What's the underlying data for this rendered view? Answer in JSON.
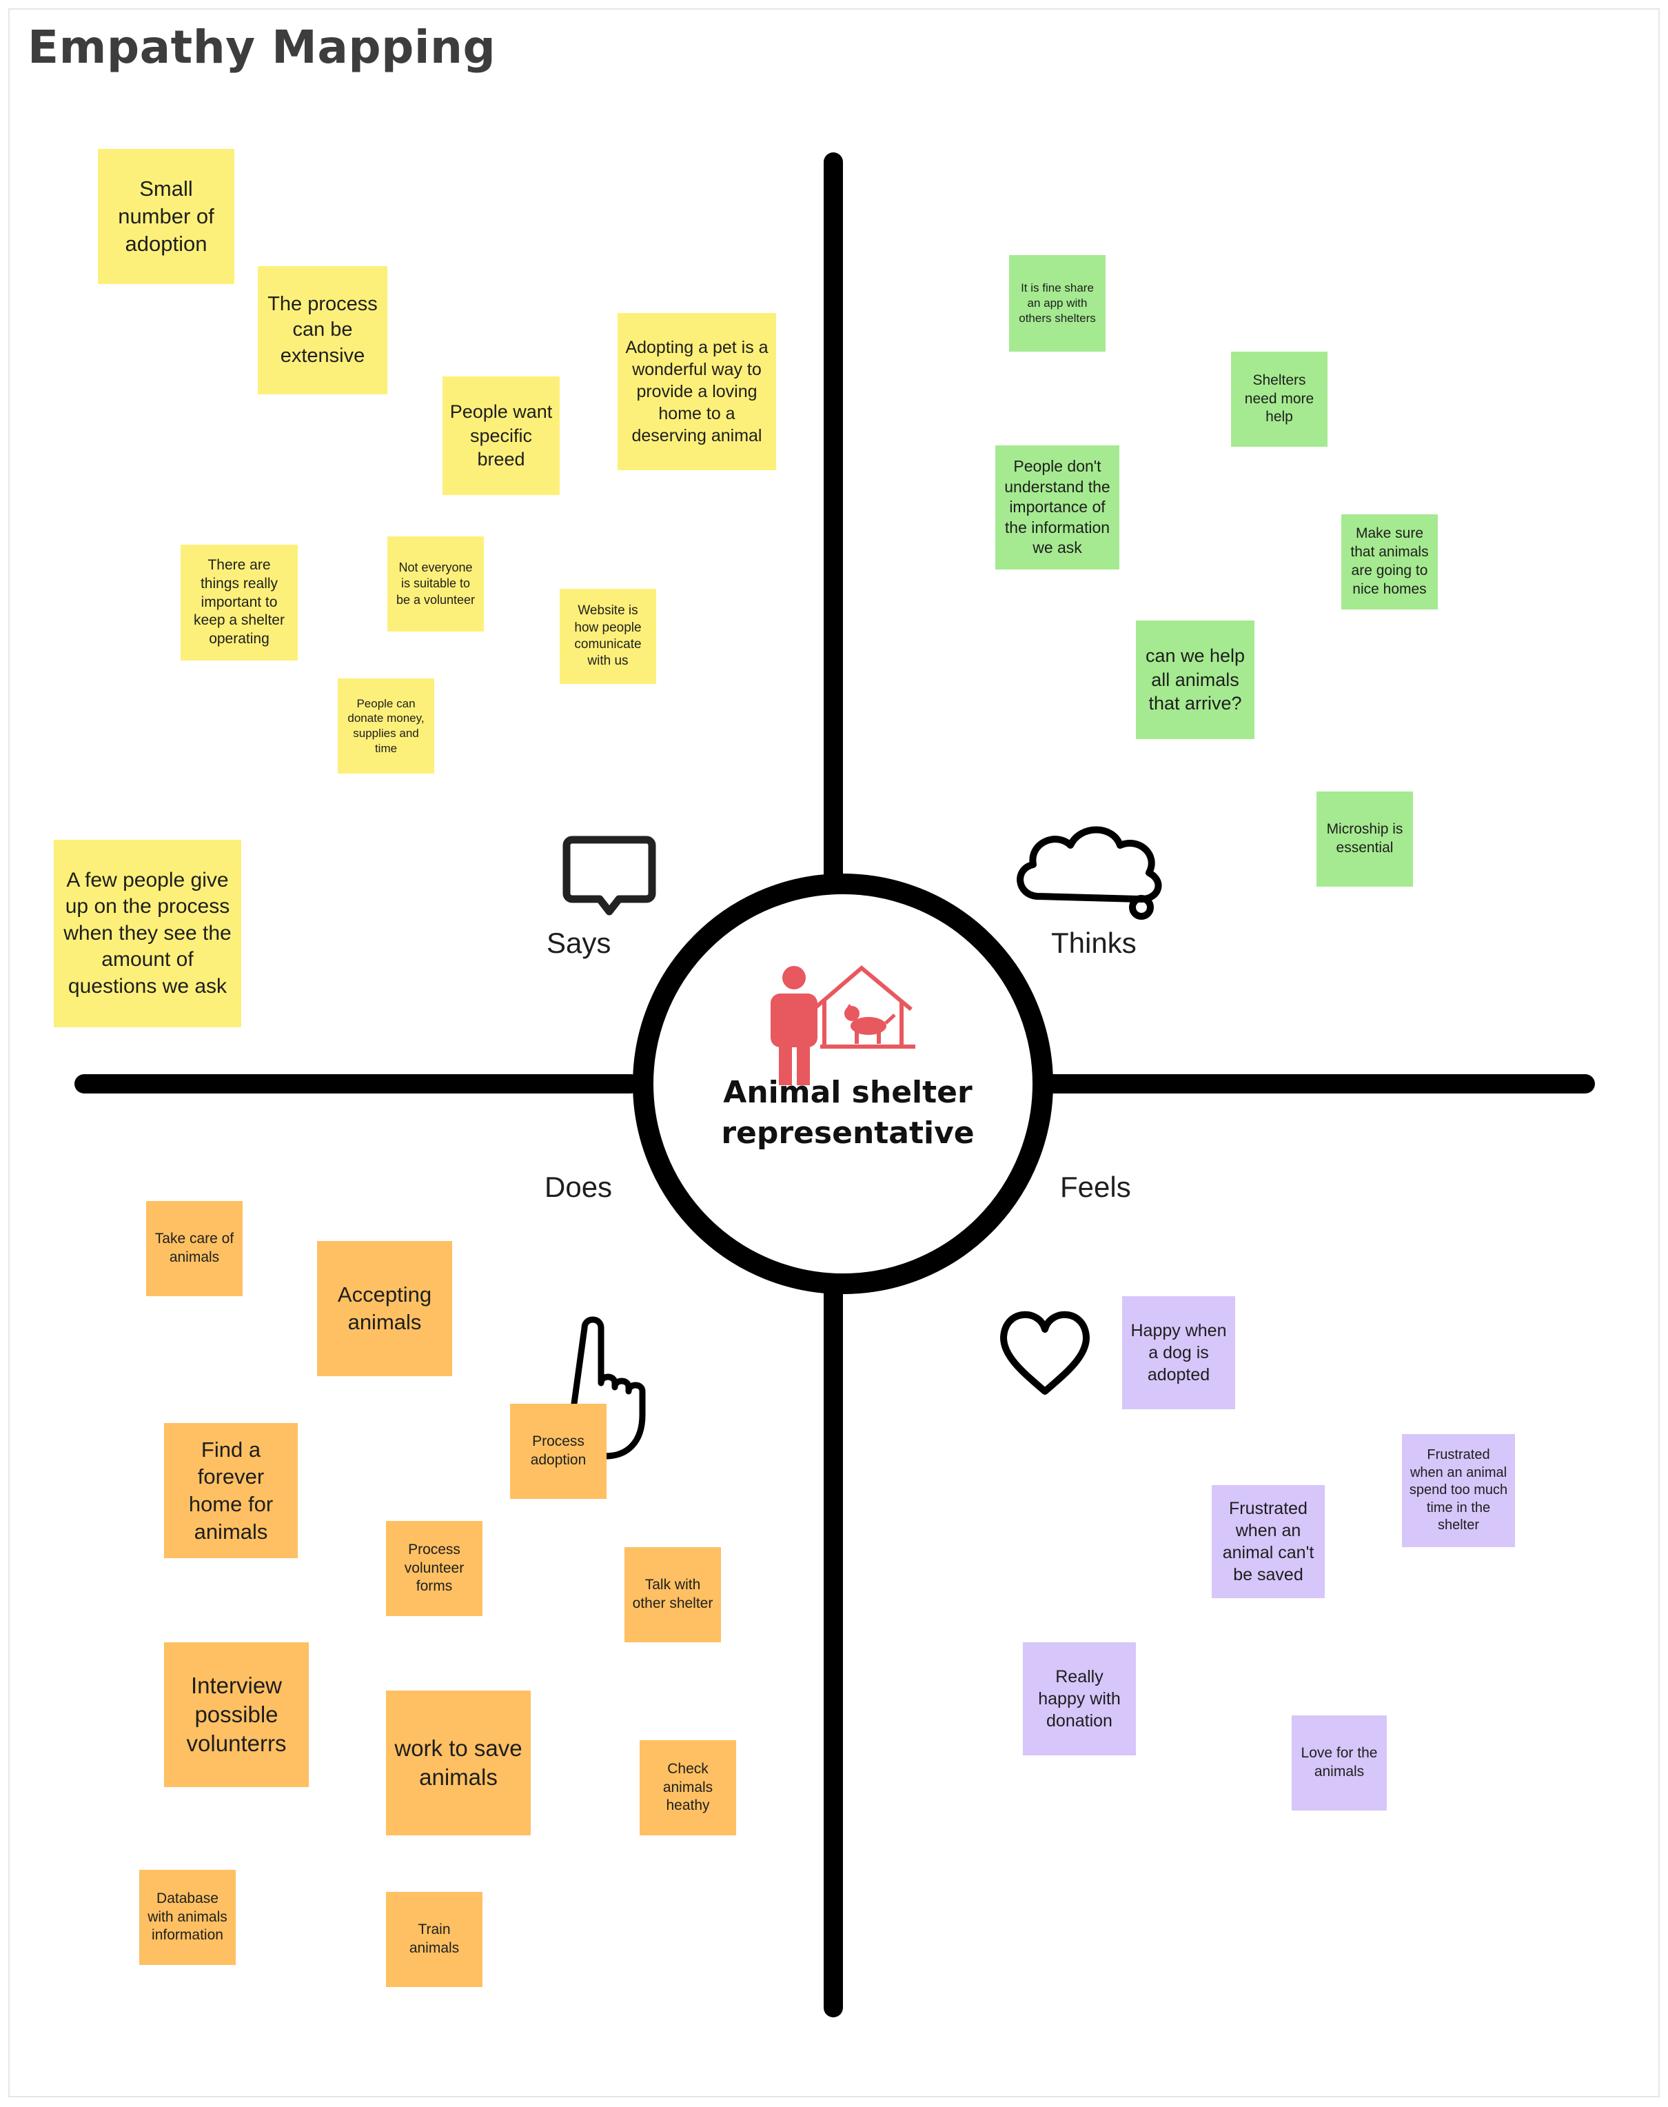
{
  "title": "Empathy Mapping",
  "center": {
    "title": "Animal shelter\nrepresentative",
    "icon": "person-and-dog-house-icon"
  },
  "quadrants": {
    "says": {
      "label": "Says",
      "icon": "speech-bubble-icon"
    },
    "thinks": {
      "label": "Thinks",
      "icon": "thought-cloud-icon"
    },
    "does": {
      "label": "Does",
      "icon": "pointing-hand-icon"
    },
    "feels": {
      "label": "Feels",
      "icon": "heart-icon"
    }
  },
  "colors": {
    "says": "#fdf07a",
    "thinks": "#a5ea90",
    "does": "#fec062",
    "feels": "#d6c6fa",
    "accent_icon": "#e8585f",
    "axis": "#000000"
  },
  "notes": {
    "says": [
      "Small number of adoption",
      "The process can be extensive",
      "People want specific breed",
      "Adopting a pet is a wonderful way to provide a loving home to a deserving animal",
      "There are things really important to keep a shelter operating",
      "Not everyone is suitable to be a volunteer",
      "Website is how people comunicate with us",
      "People can donate money, supplies and time",
      "A few people give up on the process when they see the amount of questions we ask"
    ],
    "thinks": [
      "It is fine share an app with others shelters",
      "Shelters need more help",
      "People don't understand the importance of the information we ask",
      "Make sure that animals are going to nice homes",
      "can we help all animals that arrive?",
      "Microship is essential"
    ],
    "does": [
      "Take care of animals",
      "Accepting animals",
      "Find a forever home for animals",
      "Process adoption",
      "Process volunteer forms",
      "Talk with other shelter",
      "Interview possible volunterrs",
      "work to save animals",
      "Check animals heathy",
      "Database with animals information",
      "Train animals"
    ],
    "feels": [
      "Happy when a dog is adopted",
      "Frustrated when an animal spend too much time in the shelter",
      "Frustrated when an animal can't be saved",
      "Really happy with donation",
      "Love for the animals"
    ]
  }
}
